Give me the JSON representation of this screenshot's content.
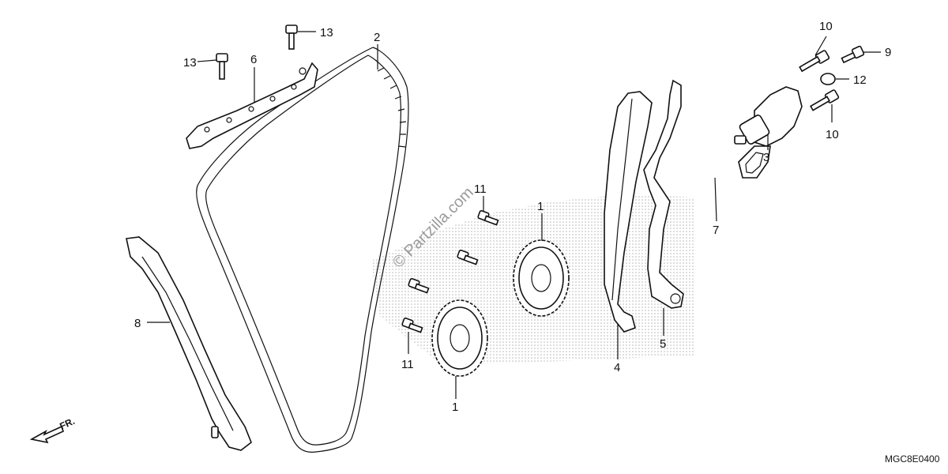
{
  "callouts": {
    "c1a": "1",
    "c1b": "1",
    "c2": "2",
    "c3": "3",
    "c4": "4",
    "c5": "5",
    "c6": "6",
    "c7": "7",
    "c8": "8",
    "c9": "9",
    "c10a": "10",
    "c10b": "10",
    "c11a": "11",
    "c11b": "11",
    "c12": "12",
    "c13a": "13",
    "c13b": "13"
  },
  "watermark": "© Partzilla.com",
  "direction_label": "FR.",
  "diagram_code": "MGC8E0400",
  "colors": {
    "ink": "#111111",
    "halftone": "#c8c8c8",
    "watermark": "#9a9a9a"
  }
}
